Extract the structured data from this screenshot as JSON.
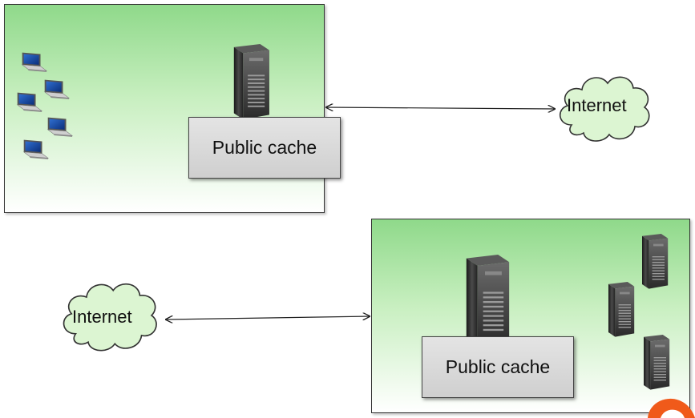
{
  "top_scene": {
    "cache_label": "Public cache",
    "internet_label": "Internet"
  },
  "bottom_scene": {
    "cache_label": "Public cache",
    "internet_label": "Internet"
  },
  "icons": [
    "laptop-icon",
    "server-tower-icon",
    "cloud-icon",
    "arrow-icon",
    "logo-corner-icon"
  ],
  "colors": {
    "panel_gradient_top": "#8fd98a",
    "panel_gradient_bottom": "#ffffff",
    "cloud_fill": "#d9f5cf",
    "accent_orange": "#f05a1a"
  }
}
